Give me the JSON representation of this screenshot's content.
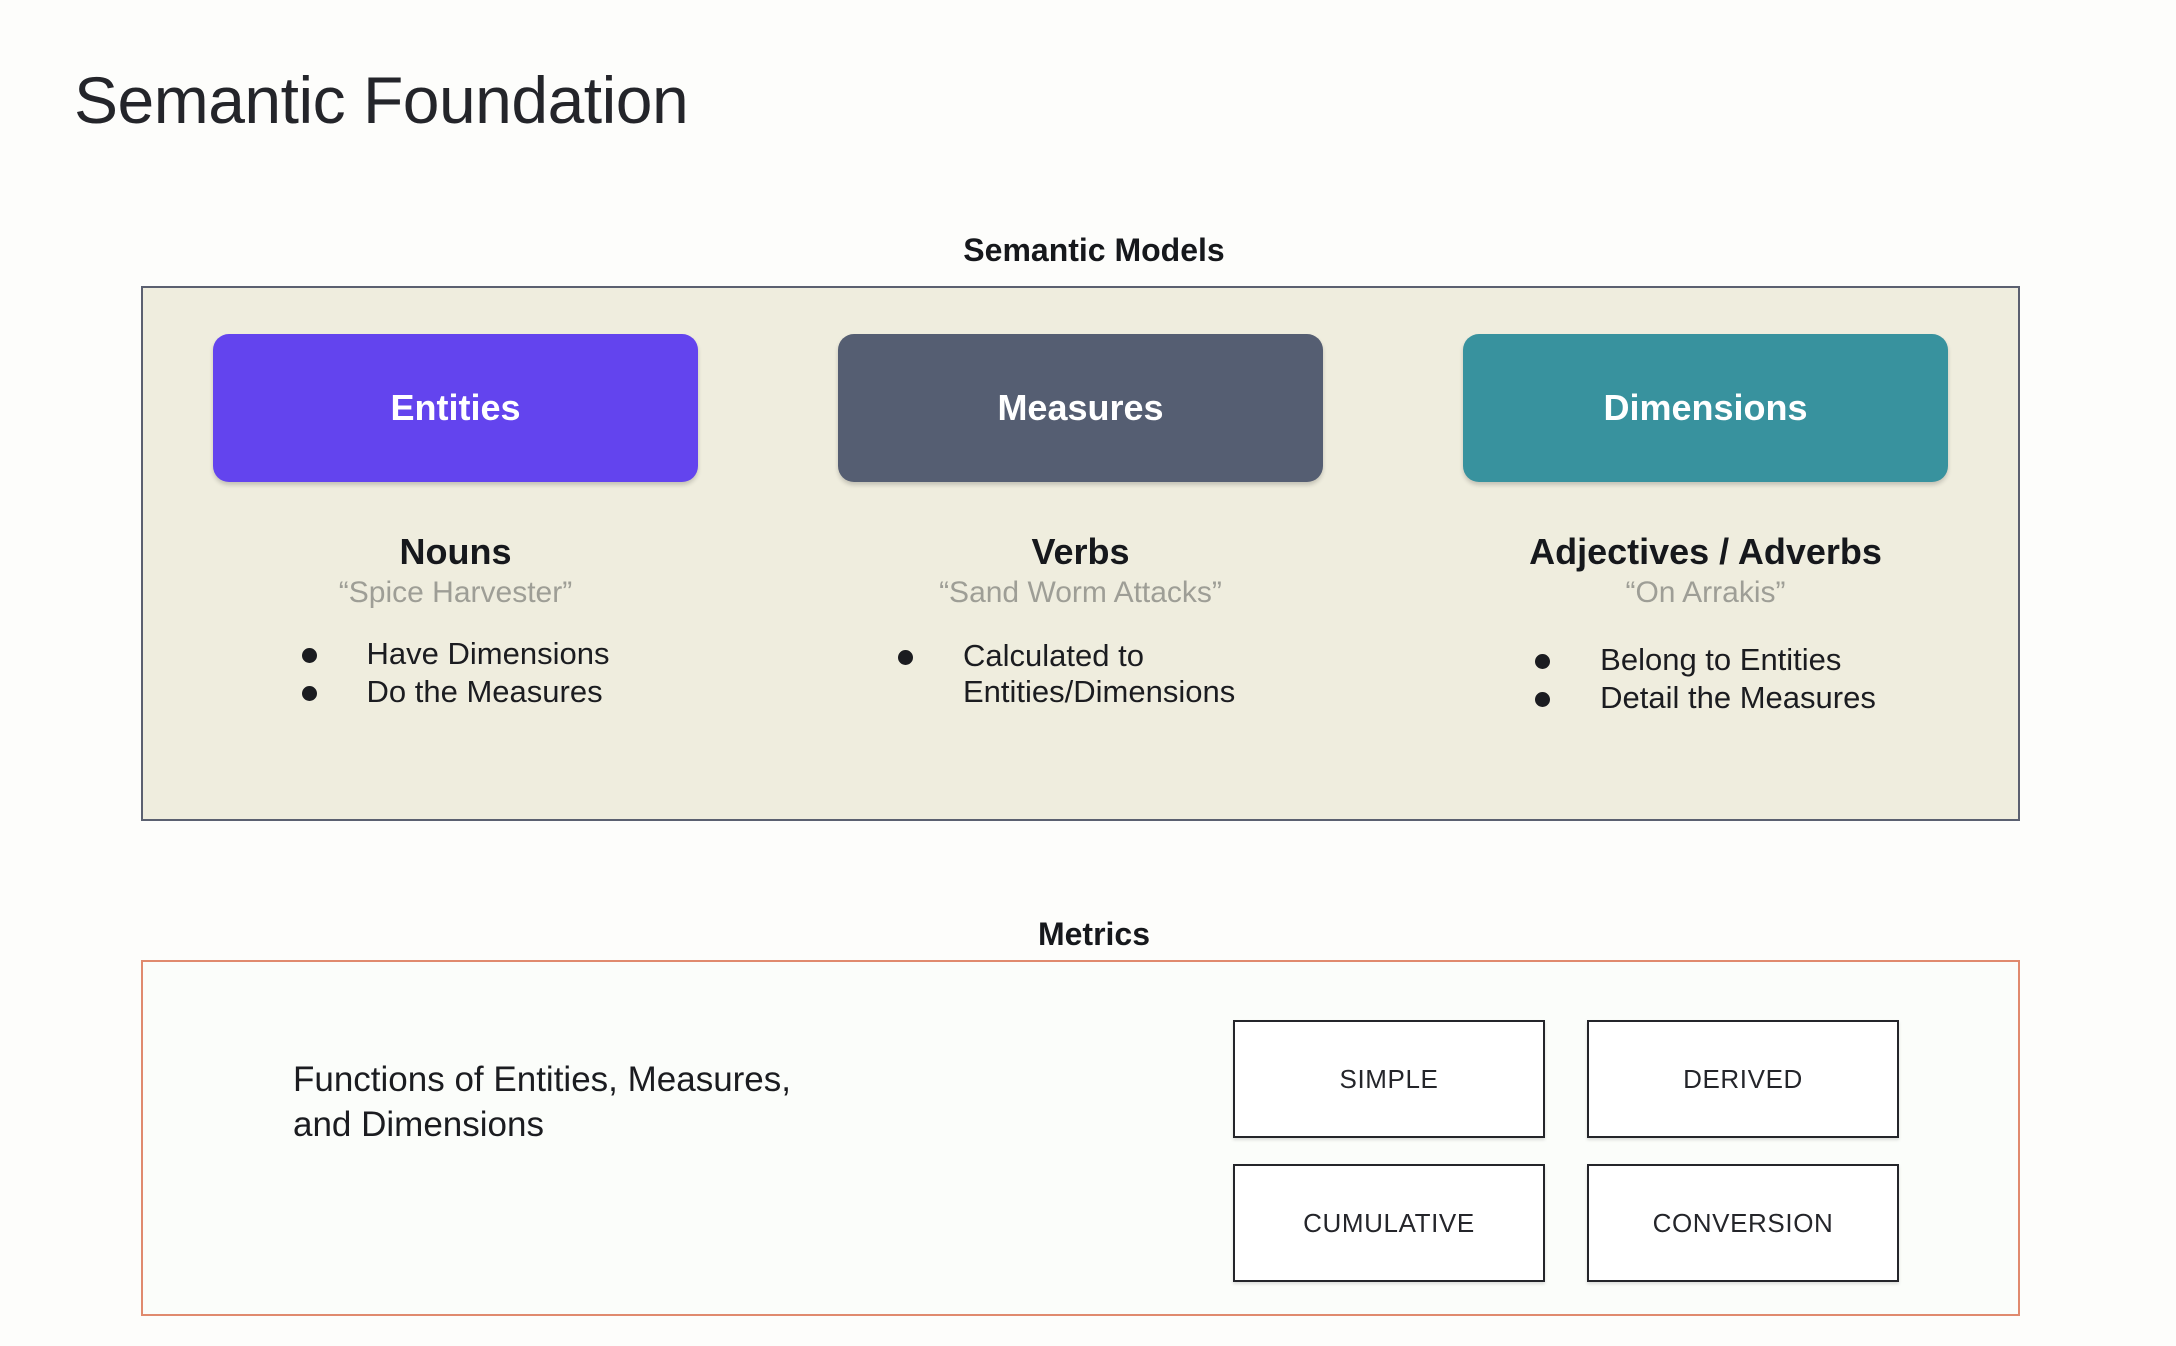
{
  "page": {
    "title": "Semantic Foundation",
    "background_color": "#fdfdfb"
  },
  "semantic_models": {
    "caption": "Semantic Models",
    "panel_fill": "#efedde",
    "panel_border": "#5b6070",
    "columns": [
      {
        "chip_label": "Entities",
        "chip_color": "#6344ee",
        "heading": "Nouns",
        "example": "“Spice Harvester”",
        "bullets": [
          "Have Dimensions",
          "Do the Measures"
        ]
      },
      {
        "chip_label": "Measures",
        "chip_color": "#555e72",
        "heading": "Verbs",
        "example": "“Sand Worm Attacks”",
        "bullets": [
          "Calculated to Entities/Dimensions"
        ]
      },
      {
        "chip_label": "Dimensions",
        "chip_color": "#38929e",
        "heading": "Adjectives / Adverbs",
        "example": "“On Arrakis”",
        "bullets": [
          "Belong to Entities",
          "Detail the Measures"
        ]
      }
    ]
  },
  "metrics": {
    "caption": "Metrics",
    "panel_border": "#e08a6e",
    "description_line1": "Functions of Entities, Measures,",
    "description_line2": "and Dimensions",
    "types": [
      "SIMPLE",
      "DERIVED",
      "CUMULATIVE",
      "CONVERSION"
    ]
  }
}
